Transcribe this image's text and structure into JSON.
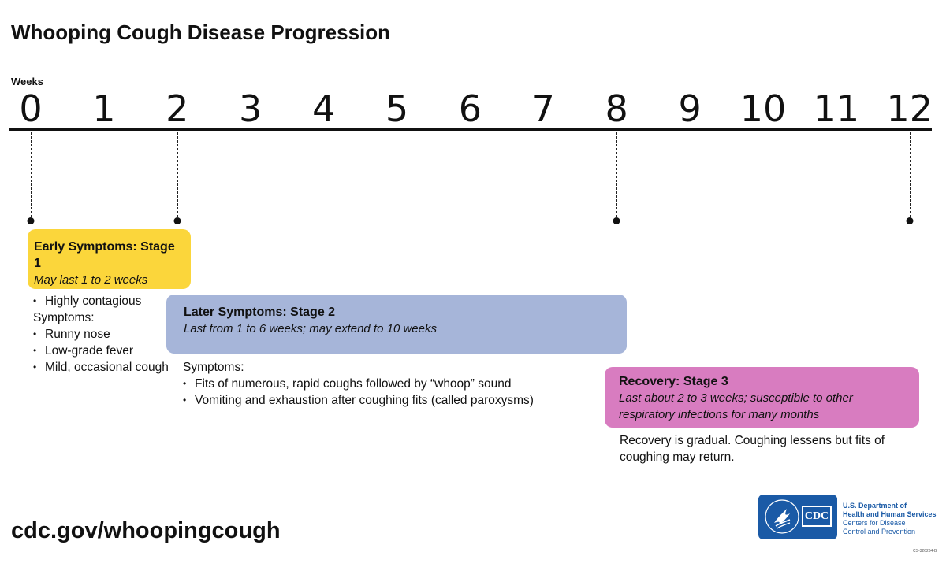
{
  "title": "Whooping Cough Disease Progression",
  "axis": {
    "label": "Weeks",
    "ticks": [
      "0",
      "1",
      "2",
      "3",
      "4",
      "5",
      "6",
      "7",
      "8",
      "9",
      "10",
      "11",
      "12"
    ],
    "markers": [
      "0",
      "2",
      "8",
      "12"
    ]
  },
  "stages": {
    "stage1": {
      "title": "Early Symptoms: Stage 1",
      "subtitle": "May last 1 to 2 weeks",
      "color": "#fbd63b",
      "items": {
        "contagious": "Highly contagious",
        "symptoms_label": "Symptoms:",
        "runny_nose": "Runny nose",
        "fever": "Low-grade fever",
        "cough": "Mild, occasional cough"
      }
    },
    "stage2": {
      "title": "Later Symptoms: Stage 2",
      "subtitle": "Last from 1 to 6 weeks; may extend to 10 weeks",
      "color": "#a6b5d9",
      "items": {
        "symptoms_label": "Symptoms:",
        "fits": "Fits of numerous, rapid coughs followed by “whoop” sound",
        "vomiting": "Vomiting and exhaustion after coughing fits (called paroxysms)"
      }
    },
    "stage3": {
      "title": "Recovery: Stage 3",
      "subtitle": "Last about 2 to 3 weeks; susceptible to other respiratory infections for many months",
      "color": "#d87cc0",
      "text": "Recovery is gradual. Coughing lessens but fits of coughing may return."
    }
  },
  "footer": {
    "url": "cdc.gov/whoopingcough",
    "cdc_mark": "CDC",
    "agency_line1": "U.S. Department of",
    "agency_line2": "Health and Human Services",
    "agency_line3": "Centers for Disease",
    "agency_line4": "Control and Prevention",
    "code": "CS-326264-B",
    "brand_color": "#1a5aa6"
  }
}
